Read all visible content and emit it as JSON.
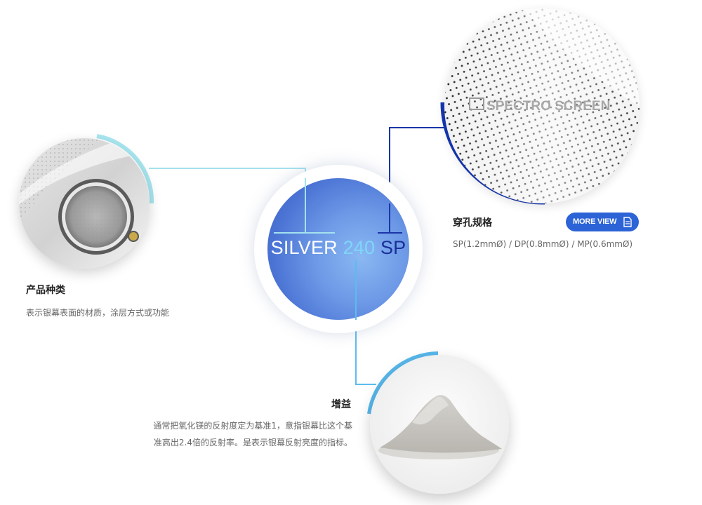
{
  "model": {
    "silver": "SILVER",
    "number": "240",
    "suffix": "SP"
  },
  "product_type": {
    "title": "产品种类",
    "description": "表示银幕表面的材质，涂层方式或功能"
  },
  "perforation": {
    "title": "穿孔规格",
    "more_label": "MORE VIEW",
    "specs": "SP(1.2mmØ) / DP(0.8mmØ) / MP(0.6mmØ)",
    "watermark": "SPECTRO SCREEN"
  },
  "gain": {
    "title": "增益",
    "description_line1": "通常把氧化镁的反射度定为基准1，意指银幕比这个基",
    "description_line2": "准高出2.4倍的反射率。是表示银幕反射亮度的指标。"
  },
  "colors": {
    "connector_left": "#9fe0ec",
    "connector_right": "#1a36a8",
    "connector_bottom": "#58b8ec",
    "button": "#2c63d6"
  },
  "icons": {
    "more_button": "document-icon"
  }
}
